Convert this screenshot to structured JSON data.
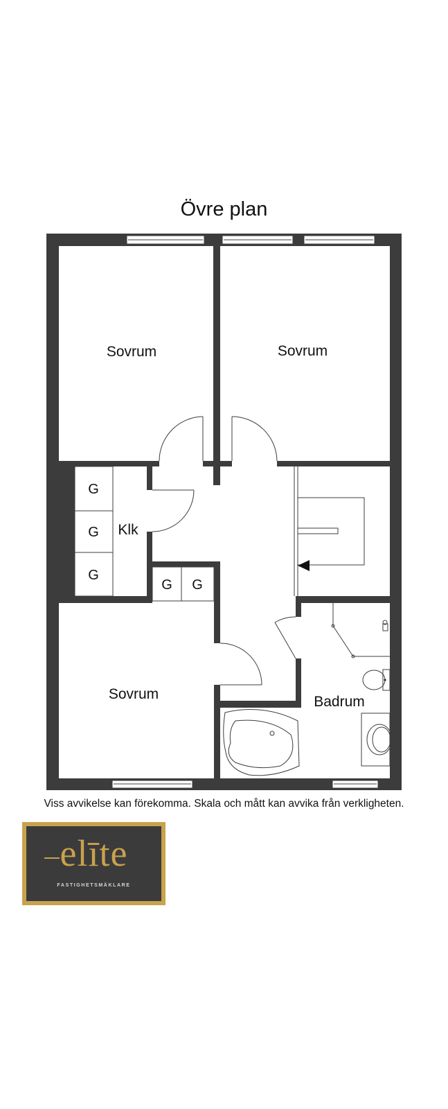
{
  "title": "Övre plan",
  "rooms": {
    "bedroom_top_left": "Sovrum",
    "bedroom_top_right": "Sovrum",
    "bedroom_bottom": "Sovrum",
    "closet": "Klk",
    "bathroom": "Badrum"
  },
  "wardrobe_label": "G",
  "disclaimer": "Viss avvikelse kan förekomma. Skala och mått kan avvika från verkligheten.",
  "logo": {
    "word": "elīte",
    "tagline": "FASTIGHETSMÄKLARE"
  },
  "colors": {
    "wall": "#3c3c3c",
    "logo_gold": "#c9a24d",
    "logo_bg": "#3b3b3b"
  }
}
